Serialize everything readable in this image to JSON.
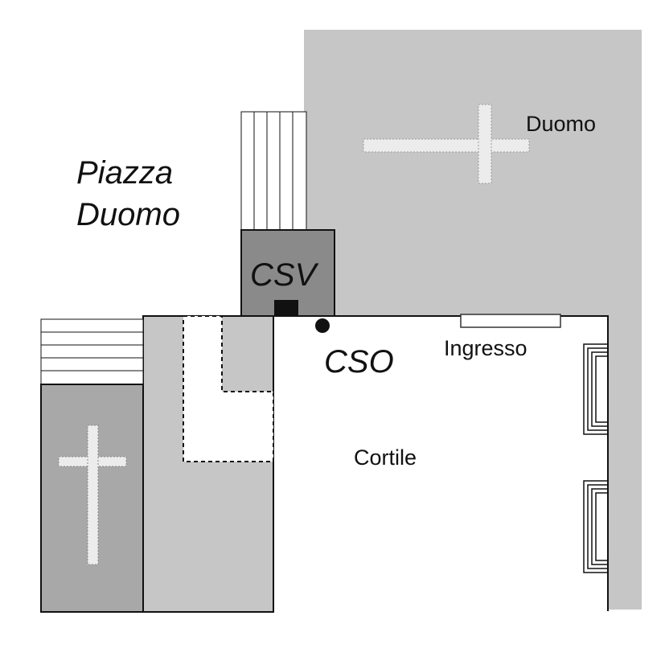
{
  "labels": {
    "piazza_line1": "Piazza",
    "piazza_line2": "Duomo",
    "duomo": "Duomo",
    "csv": "CSV",
    "cso": "CSO",
    "ingresso": "Ingresso",
    "cortile": "Cortile"
  },
  "colors": {
    "duomo_fill": "#c6c6c6",
    "chapel_fill": "#a8a8a8",
    "csv_fill": "#8a8a8a",
    "mid_fill": "#c6c6c6",
    "courtyard_fill": "#ffffff",
    "cross_fill": "#ececec",
    "outline": "#111111"
  },
  "icons": {
    "duomo_cross": "cross-icon",
    "chapel_cross": "cross-icon",
    "cso_marker": "dot-marker-icon",
    "csv_marker": "square-marker-icon"
  }
}
